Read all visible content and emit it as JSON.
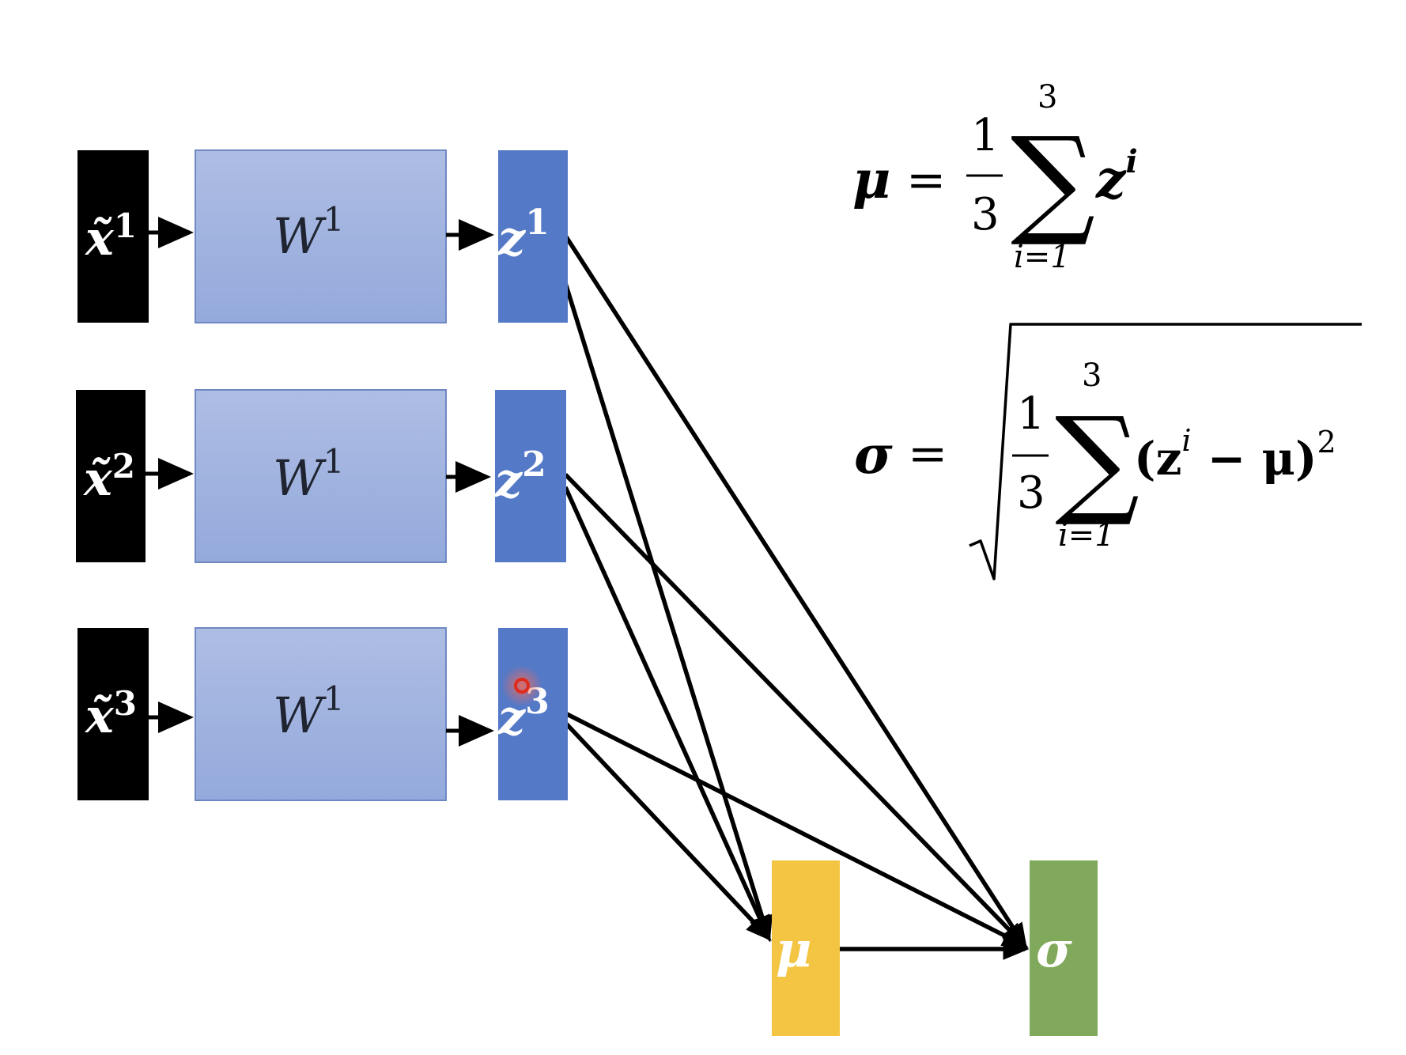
{
  "colors": {
    "input_box": "#000000",
    "weight_box": "#a3b4df",
    "weight_box_border": "#6f88c4",
    "z_box": "#5479c7",
    "mu_box": "#f4c543",
    "sigma_box": "#81a95b",
    "arrow": "#000000",
    "cursor_marker": "#e02b1c"
  },
  "rows": [
    {
      "input": "x̃",
      "input_sup": "1",
      "weight": "W",
      "weight_sup": "1",
      "z": "z",
      "z_sup": "1"
    },
    {
      "input": "x̃",
      "input_sup": "2",
      "weight": "W",
      "weight_sup": "1",
      "z": "z",
      "z_sup": "2"
    },
    {
      "input": "x̃",
      "input_sup": "3",
      "weight": "W",
      "weight_sup": "1",
      "z": "z",
      "z_sup": "3"
    }
  ],
  "outputs": {
    "mu": "μ",
    "sigma": "σ"
  },
  "formulas": {
    "mu": {
      "lhs": "μ",
      "eq": "=",
      "frac_num": "1",
      "frac_den": "3",
      "sum_upper": "3",
      "sum_lower": "i=1",
      "sigma_symbol": "∑",
      "term": "z",
      "term_sup": "i"
    },
    "sigma": {
      "lhs": "σ",
      "eq": "=",
      "frac_num": "1",
      "frac_den": "3",
      "sum_upper": "3",
      "sum_lower": "i=1",
      "sigma_symbol": "∑",
      "term": "(z",
      "term_sup": "i",
      "term_rest": " − μ)",
      "term_exp": "2"
    }
  }
}
